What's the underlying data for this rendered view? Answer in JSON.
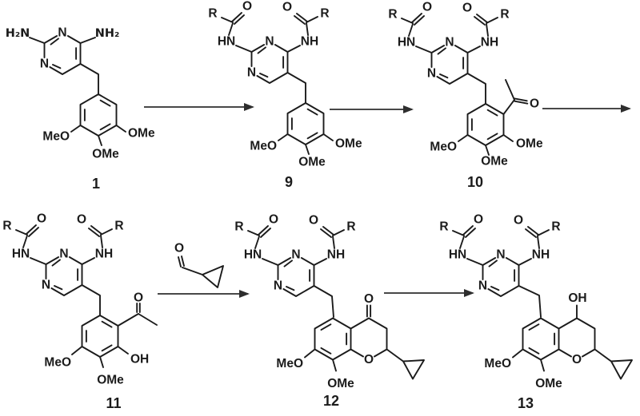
{
  "colors": {
    "ink": "#1b1b1b",
    "background": "#ffffff"
  },
  "compounds": {
    "c1": {
      "number": "1",
      "amine_left": "H₂N",
      "ring_n1": "N",
      "amine_right": "NH₂",
      "ring_n3": "N",
      "methoxy_left": "MeO",
      "methoxy_right": "OMe",
      "methoxy_bottom": "OMe"
    },
    "c9": {
      "number": "9",
      "r_left": "R",
      "o_left": "O",
      "hn_left": "HN",
      "ring_n1": "N",
      "ring_n3": "N",
      "nh_right": "NH",
      "o_right": "O",
      "r_right": "R",
      "methoxy_left": "MeO",
      "methoxy_bottom": "OMe",
      "methoxy_right": "OMe"
    },
    "c10": {
      "number": "10",
      "r_left": "R",
      "o_left": "O",
      "hn_left": "HN",
      "ring_n1": "N",
      "ring_n3": "N",
      "nh_right": "NH",
      "o_right": "O",
      "r_right": "R",
      "acetyl_o": "O",
      "methoxy_left": "MeO",
      "methoxy_bottom": "OMe",
      "methoxy_right": "OMe"
    },
    "c11": {
      "number": "11",
      "r_left": "R",
      "o_left": "O",
      "hn_left": "HN",
      "ring_n1": "N",
      "ring_n3": "N",
      "nh_right": "NH",
      "o_right": "O",
      "r_right": "R",
      "acetyl_o": "O",
      "hydroxyl": "OH",
      "methoxy_left": "MeO",
      "methoxy_bottom": "OMe"
    },
    "c12": {
      "number": "12",
      "r_left": "R",
      "o_left": "O",
      "hn_left": "HN",
      "ring_n1": "N",
      "ring_n3": "N",
      "nh_right": "NH",
      "o_right": "O",
      "r_right": "R",
      "ketone_o": "O",
      "ring_o": "O",
      "methoxy_left": "MeO",
      "methoxy_bottom": "OMe"
    },
    "c13": {
      "number": "13",
      "r_left": "R",
      "o_left": "O",
      "hn_left": "HN",
      "ring_n1": "N",
      "ring_n3": "N",
      "nh_right": "NH",
      "o_right": "O",
      "r_right": "R",
      "hydroxyl": "OH",
      "ring_o": "O",
      "methoxy_left": "MeO",
      "methoxy_bottom": "OMe"
    }
  },
  "reagent": {
    "aldehyde_o": "O"
  }
}
